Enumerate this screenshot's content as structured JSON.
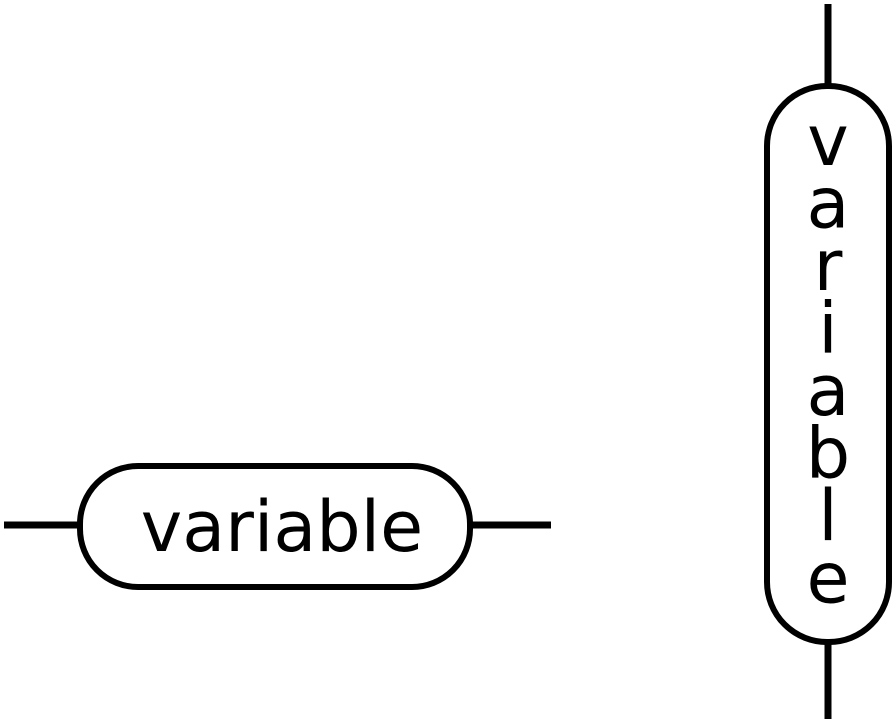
{
  "horizontal_node": {
    "label": "variable"
  },
  "vertical_node": {
    "label": "variable",
    "letters": [
      "v",
      "a",
      "r",
      "i",
      "a",
      "b",
      "l",
      "e"
    ]
  }
}
